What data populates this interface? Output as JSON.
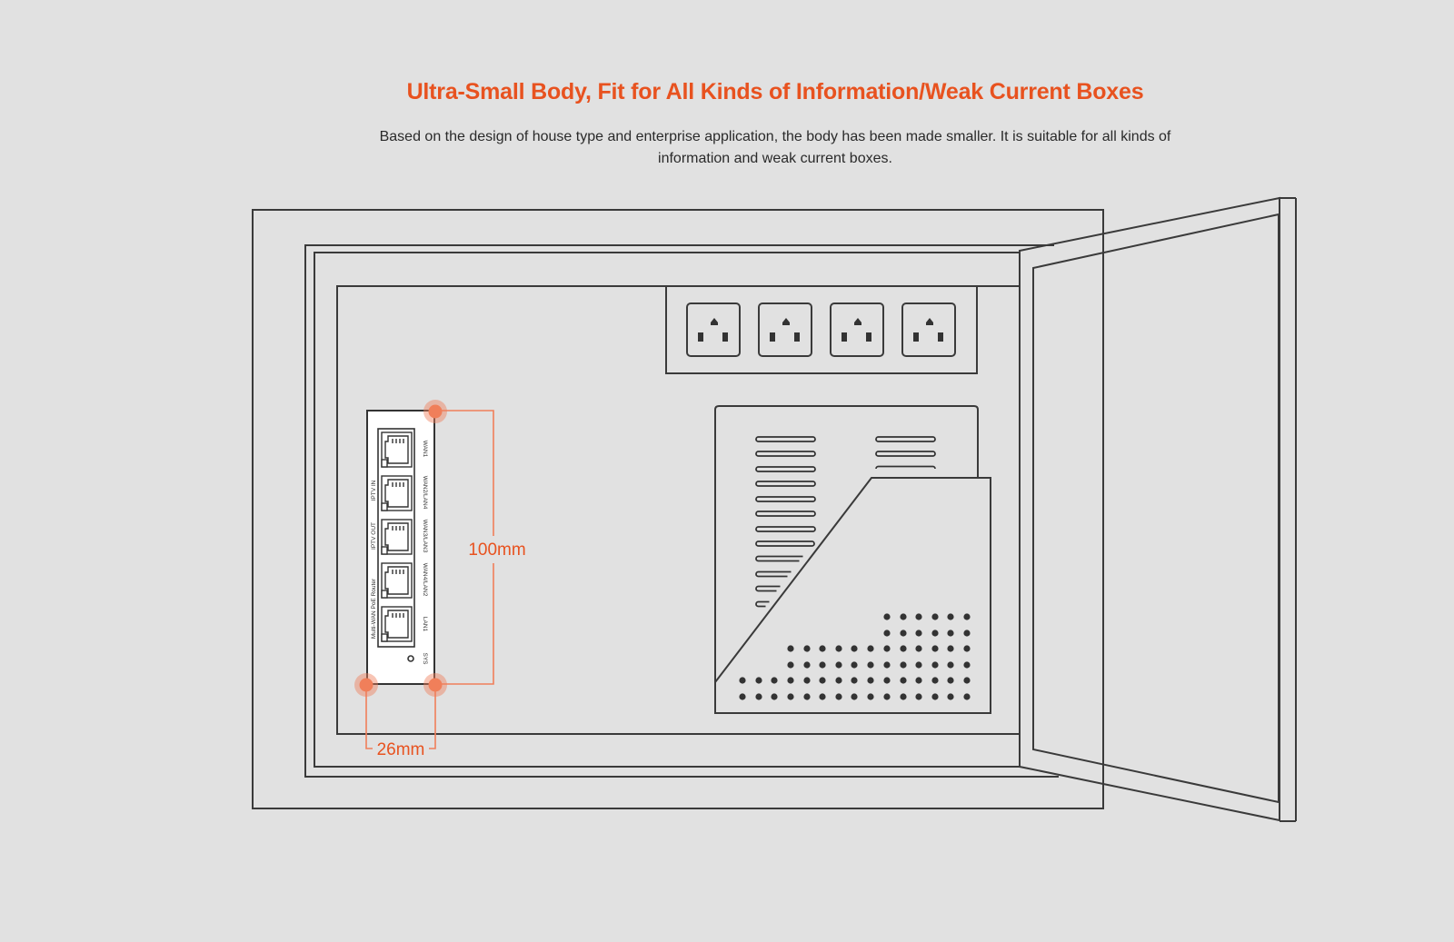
{
  "header": {
    "title": "Ultra-Small Body, Fit for All Kinds of Information/Weak Current Boxes",
    "subtitle": "Based on the design of house type and enterprise application, the body has been made smaller. It is suitable for all kinds of information and weak current boxes."
  },
  "dimensions": {
    "height_label": "100mm",
    "width_label": "26mm"
  },
  "router": {
    "model_label": "Multi-WAN PoE Router",
    "left_labels": [
      "IPTV IN",
      "IPTV OUT"
    ],
    "port_labels": [
      "WAN1",
      "WAN2/LAN4",
      "WAN3/LAN3",
      "WAN4/LAN2",
      "LAN1"
    ],
    "sys_label": "SYS"
  },
  "colors": {
    "accent": "#e8521f",
    "background": "#e1e1e1",
    "line": "#3a3a3a",
    "marker": "#f07f5a"
  }
}
